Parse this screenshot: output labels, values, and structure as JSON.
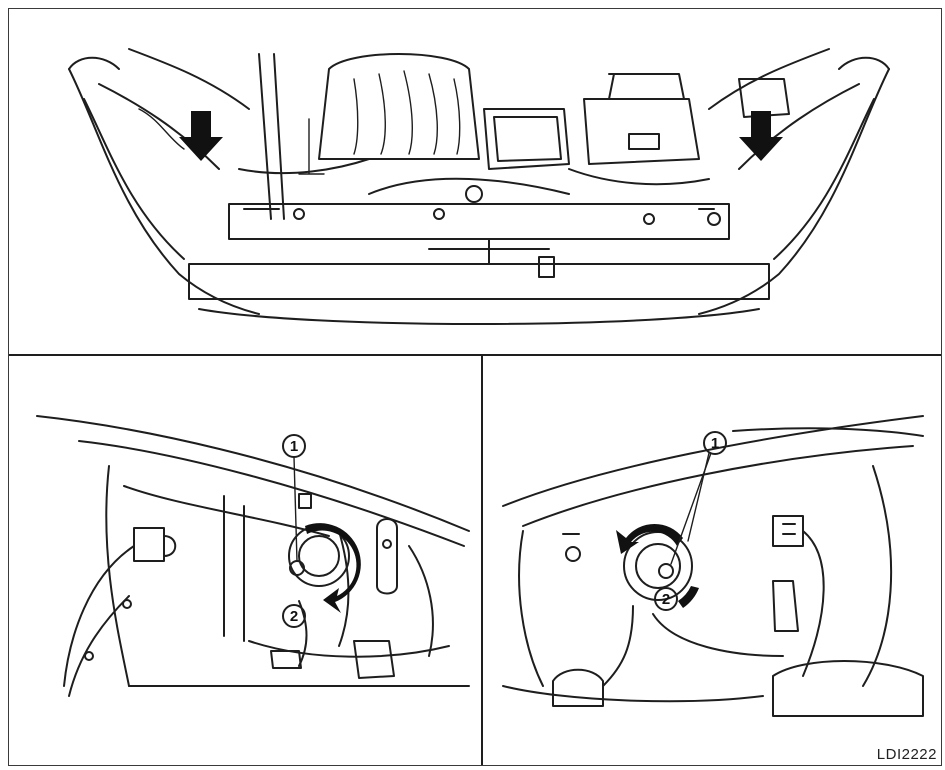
{
  "figure": {
    "reference_code": "LDI2222"
  },
  "callouts": {
    "left_1": "1",
    "left_2": "2",
    "right_1": "1",
    "right_2": "2"
  }
}
